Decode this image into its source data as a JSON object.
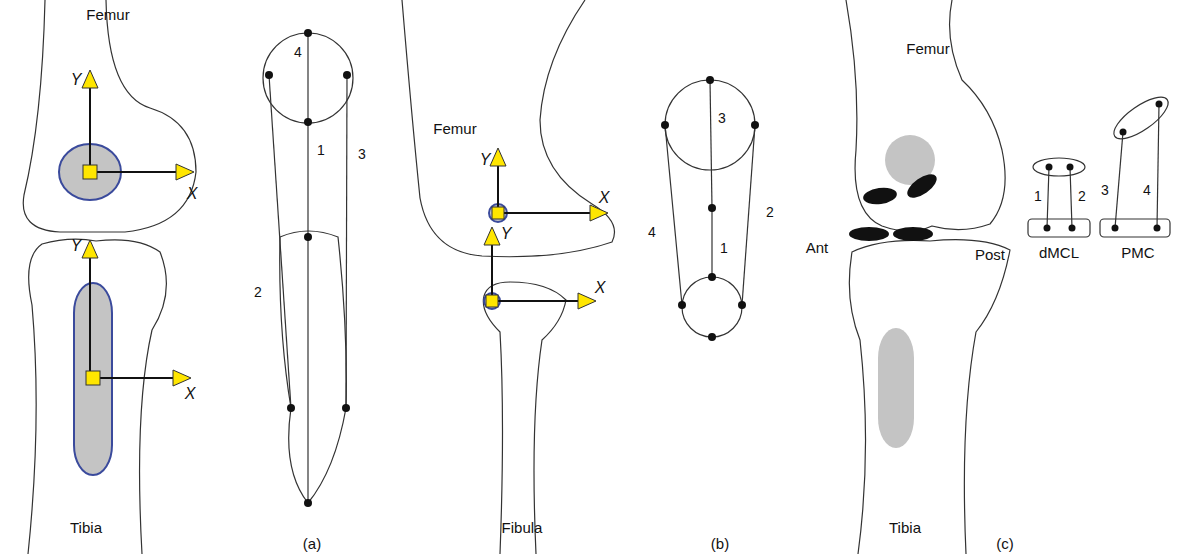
{
  "diagram": {
    "labels": [
      "Femur",
      "Y",
      "X",
      "Y",
      "X",
      "Tibia",
      "4",
      "1",
      "2",
      "3",
      "Femur",
      "Y",
      "X",
      "Y",
      "X",
      "Fibula",
      "3",
      "4",
      "1",
      "2",
      "Femur",
      "Ant",
      "Post",
      "Tibia",
      "1",
      "2",
      "dMCL",
      "3",
      "4",
      "PMC",
      "(a)",
      "(b)",
      "(c)"
    ]
  }
}
